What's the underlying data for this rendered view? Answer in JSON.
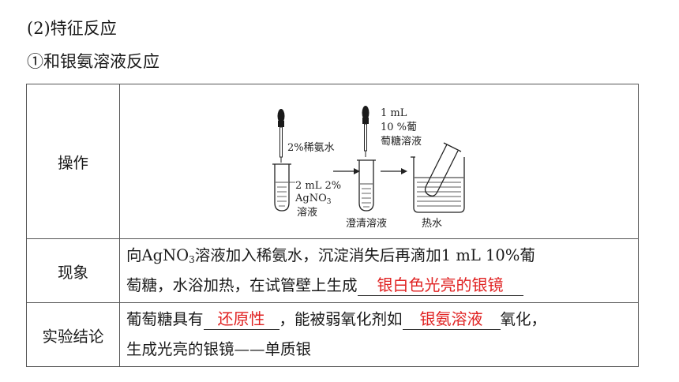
{
  "section_heading": "(2)特征反应",
  "subheading": "①和银氨溶液反应",
  "rows": {
    "operation": {
      "label": "操作",
      "diagram": {
        "dropper1_label": "2%稀氨水",
        "tube1_label_line1": "2 mL 2%",
        "tube1_label_line2_prefix": "AgNO",
        "tube1_label_line2_sub": "3",
        "tube1_label_line3": "溶液",
        "dropper2_label_line1": "1 mL",
        "dropper2_label_line2": "10 %葡",
        "dropper2_label_line3": "萄糖溶液",
        "tube2_label": "澄清溶液",
        "beaker_label": "热水"
      }
    },
    "phenomenon": {
      "label": "现象",
      "text_part1": "向AgNO",
      "text_sub": "3",
      "text_part2": "溶液加入稀氨水，沉淀消失后再滴加1 mL 10%葡",
      "text_part3": "萄糖，水浴加热，在试管壁上生成",
      "answer1": "银白色光亮的银镜"
    },
    "conclusion": {
      "label": "实验结论",
      "text_part1": "葡萄糖具有",
      "answer2": "还原性",
      "text_part2": "，能被弱氧化剂如",
      "answer3": "银氨溶液",
      "text_part3": "氧化，",
      "text_line2": "生成光亮的银镜——单质银"
    }
  },
  "colors": {
    "answer_text": "#e02222",
    "border": "#555555"
  }
}
